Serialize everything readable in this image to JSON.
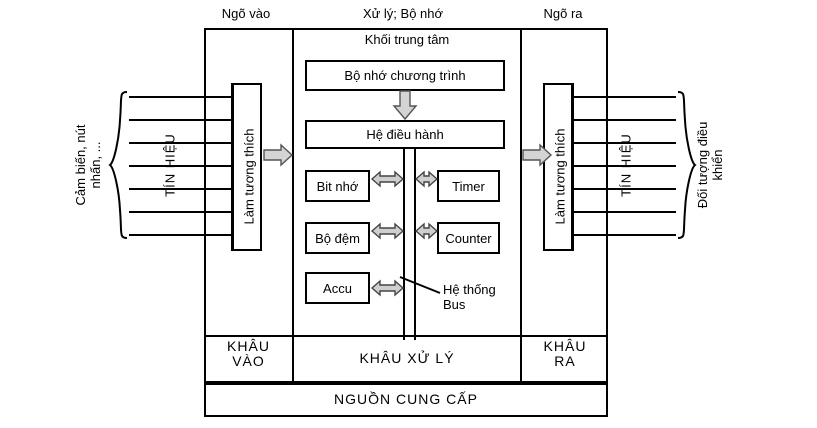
{
  "diagram": {
    "title_labels": {
      "input": "Ngõ vào",
      "process": "Xử lý; Bộ nhớ",
      "output": "Ngõ ra"
    },
    "center_header": "Khối trung tâm",
    "left_external": "Cảm biến, nút\nnhấn, ...",
    "right_external": "Đối tượng điều\nkhiển",
    "signal_label_left": "TÍN HIỆU",
    "signal_label_right": "TÍN HIỆU",
    "input_adapter": "Làm tương thích",
    "output_adapter": "Làm tương thích",
    "memory_block": "Bộ nhớ chương trình",
    "os_block": "Hệ điều hành",
    "left_units": [
      {
        "label": "Bit nhớ"
      },
      {
        "label": "Bộ đệm"
      },
      {
        "label": "Accu"
      }
    ],
    "right_units": [
      {
        "label": "Timer"
      },
      {
        "label": "Counter"
      }
    ],
    "bus_label": "Hệ thống\nBus",
    "footer_sections": {
      "input_stage": "KHÂU\nVÀO",
      "process_stage": "KHÂU XỬ LÝ",
      "output_stage": "KHÂU\nRA"
    },
    "power_supply": "NGUỒN CUNG CẤP",
    "colors": {
      "stroke": "#000000",
      "background": "#ffffff",
      "arrow_fill": "#d9d9d9"
    },
    "signal_line_count_left": 7,
    "signal_line_count_right": 7
  }
}
